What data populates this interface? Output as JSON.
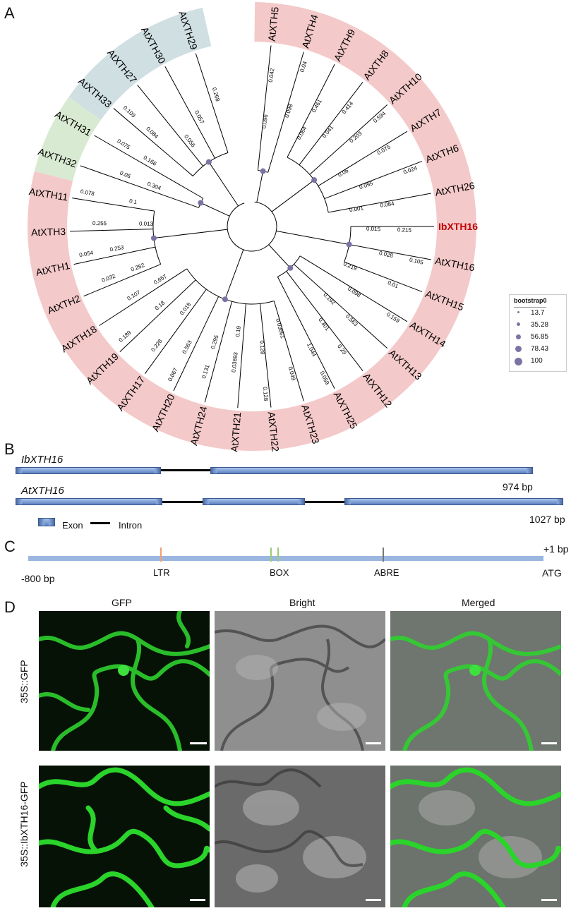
{
  "panel_labels": {
    "a": "A",
    "b": "B",
    "c": "C",
    "d": "D"
  },
  "panel_a": {
    "legend_title": "bootstrap0",
    "legend_values": [
      "13.7",
      "35.28",
      "56.85",
      "78.43",
      "100"
    ],
    "highlight_label": "IbXTH16",
    "highlight_color": "#c00000",
    "clade_colors": {
      "pink": "#f4c9c9",
      "blue": "#cfdfe2",
      "green": "#d8ead1"
    },
    "leaves": [
      "AtXTH5",
      "AtXTH4",
      "AtXTH9",
      "AtXTH8",
      "AtXTH10",
      "AtXTH7",
      "AtXTH6",
      "AtXTH26",
      "IbXTH16",
      "AtXTH16",
      "AtXTH15",
      "AtXTH14",
      "AtXTH13",
      "AtXTH12",
      "AtXTH25",
      "AtXTH23",
      "AtXTH22",
      "AtXTH21",
      "AtXTH24",
      "AtXTH20",
      "AtXTH17",
      "AtXTH19",
      "AtXTH18",
      "AtXTH2",
      "AtXTH1",
      "AtXTH3",
      "AtXTH11",
      "AtXTH32",
      "AtXTH31",
      "AtXTH33",
      "AtXTH27",
      "AtXTH30",
      "AtXTH29"
    ],
    "branch_labels": [
      "0.096",
      "0.098",
      "0.461",
      "0.414",
      "0.594",
      "0.06",
      "0.095",
      "0.084",
      "0.215",
      "0.105",
      "0.219",
      "0.098",
      "0.563",
      "0.29",
      "0.059",
      "0.03661",
      "0.128",
      "0.03693",
      "0.131",
      "0.067",
      "0.018",
      "0.18",
      "0.107",
      "0.032",
      "0.054",
      "0.013",
      "0.1",
      "0.06",
      "0.075",
      "0.109",
      "0.056",
      "0.057",
      "0.268",
      "0.042",
      "0.04",
      "0.064",
      "0.041",
      "0.203",
      "0.075",
      "0.024",
      "0.001",
      "0.015",
      "0.028",
      "0.01",
      "0.159",
      "0.192",
      "0.301",
      "1.044",
      "0.049",
      "0.128",
      "0.19",
      "0.295",
      "0.563",
      "0.228",
      "0.189",
      "0.657",
      "0.252",
      "0.253",
      "0.255",
      "0.078",
      "0.304",
      "0.166",
      "0.084"
    ]
  },
  "panel_b": {
    "gene1": "IbXTH16",
    "gene1_size": "974 bp",
    "gene2": "AtXTH16",
    "gene2_size": "1027 bp",
    "legend_exon": "Exon",
    "legend_intron": "Intron"
  },
  "panel_c": {
    "start": "-800 bp",
    "end_top": "+1 bp",
    "end_bottom": "ATG",
    "elements": [
      "LTR",
      "BOX",
      "ABRE"
    ],
    "colors": {
      "line": "#9bb7e0",
      "ltr": "#f0a070",
      "box": "#9acd78",
      "abre": "#777777"
    }
  },
  "panel_d": {
    "columns": [
      "GFP",
      "Bright",
      "Merged"
    ],
    "rows": [
      "35S::GFP",
      "35S::IbXTH16-GFP"
    ]
  }
}
